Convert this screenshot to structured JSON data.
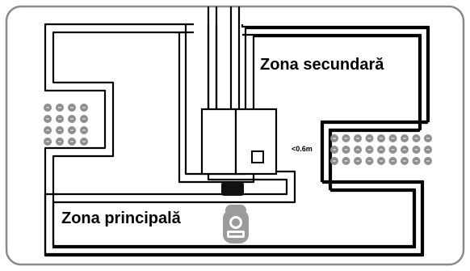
{
  "labels": {
    "main_zone": "Zona principală",
    "secondary_zone": "Zona secundară",
    "distance": "<0.6m"
  },
  "icons": {
    "robot": "robot-mower-icon",
    "base": "charging-station-icon"
  },
  "colors": {
    "frame_border": "#8a8a8a",
    "wire": "#000000",
    "obstacle": "#8f8f8f",
    "robot": "#9b9b9b",
    "background": "#ffffff"
  },
  "obstacles": {
    "left_bed": {
      "rows": 4,
      "cols": 4
    },
    "right_bed": {
      "rows": 3,
      "cols": 9
    }
  }
}
